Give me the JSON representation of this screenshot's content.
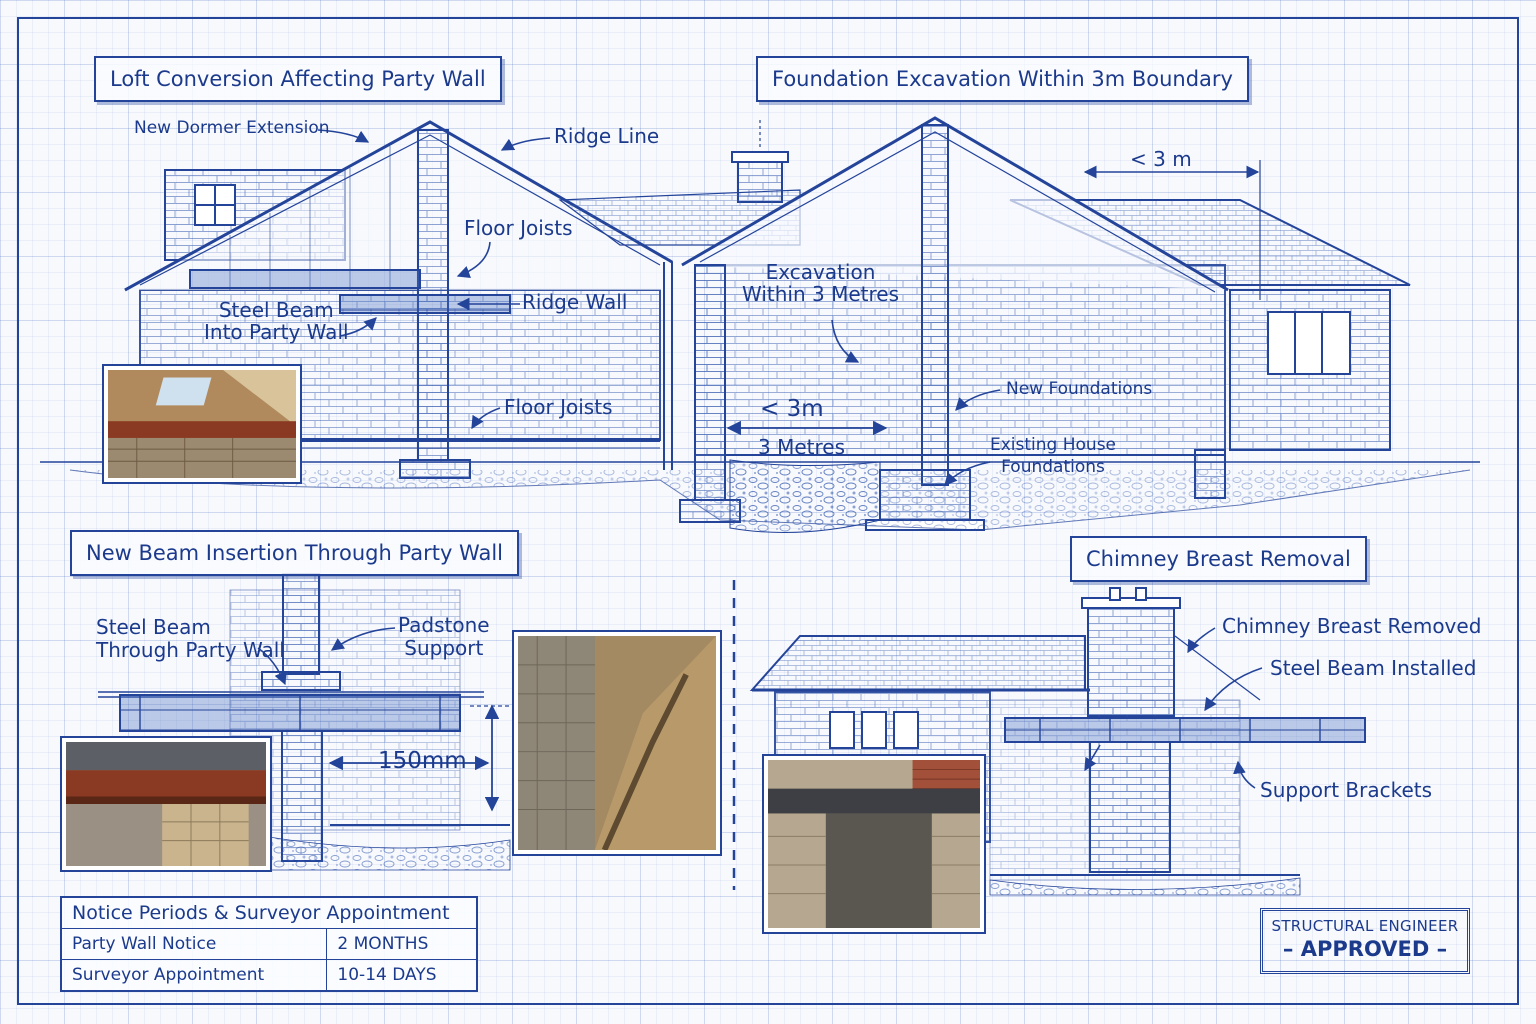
{
  "titles": {
    "loft": "Loft Conversion Affecting Party Wall",
    "foundation": "Foundation Excavation Within 3m Boundary",
    "beam": "New Beam Insertion Through Party Wall",
    "chimney": "Chimney Breast Removal"
  },
  "labels": {
    "new_dormer": "New Dormer Extension",
    "ridge_line": "Ridge Line",
    "floor_joists_upper": "Floor Joists",
    "steel_beam_party_wall": "Steel Beam\nInto Party Wall",
    "ridge_wall": "Ridge Wall",
    "floor_joists_lower": "Floor Joists",
    "less_3m_top": "< 3 m",
    "excavation": "Excavation\nWithin 3 Metres",
    "less_3m_mid": "< 3m",
    "three_metres": "3 Metres",
    "new_foundations": "New Foundations",
    "existing_foundations": "Existing House\nFoundations",
    "steel_beam_through": "Steel Beam\nThrough Party Wall",
    "padstone": "Padstone\nSupport",
    "dim_150": "150mm",
    "chimney_removed": "Chimney Breast Removed",
    "steel_installed": "Steel Beam Installed",
    "support_brackets": "Support Brackets"
  },
  "notice_table": {
    "title": "Notice Periods & Surveyor Appointment",
    "rows": [
      {
        "label": "Party Wall Notice",
        "value": "2 MONTHS"
      },
      {
        "label": "Surveyor Appointment",
        "value": "10-14 DAYS"
      }
    ]
  },
  "stamp": {
    "line1": "STRUCTURAL ENGINEER",
    "line2": "– APPROVED –"
  },
  "colors": {
    "ink": "#24449a",
    "paper": "#f7f9fd",
    "steel": "#3b5fb0",
    "rust": "#8a3a22"
  }
}
